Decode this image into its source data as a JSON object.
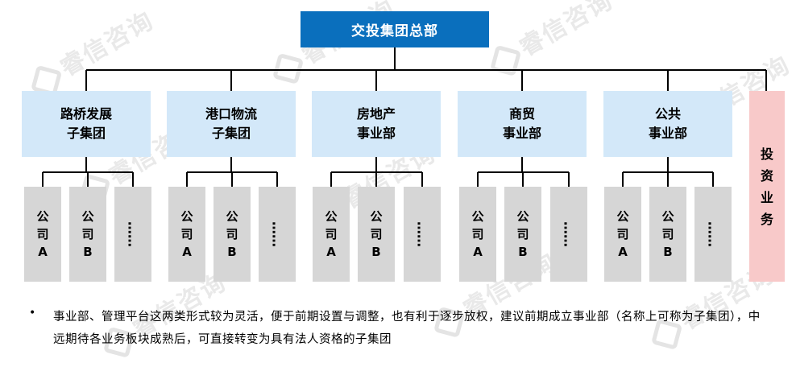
{
  "watermark": "睿信咨询",
  "root": {
    "label": "交投集团总部"
  },
  "departments": [
    {
      "line1": "路桥发展",
      "line2": "子集团"
    },
    {
      "line1": "港口物流",
      "line2": "子集团"
    },
    {
      "line1": "房地产",
      "line2": "事业部"
    },
    {
      "line1": "商贸",
      "line2": "事业部"
    },
    {
      "line1": "公共",
      "line2": "事业部"
    }
  ],
  "investment": {
    "chars": [
      "投",
      "资",
      "业",
      "务"
    ]
  },
  "company_a": {
    "chars": [
      "公",
      "司"
    ],
    "letter": "A"
  },
  "company_b": {
    "chars": [
      "公",
      "司"
    ],
    "letter": "B"
  },
  "ellipsis": "……",
  "note": {
    "bullet": "•",
    "text": "事业部、管理平台这两类形式较为灵活，便于前期设置与调整，也有利于逐步放权，建议前期成立事业部（名称上可称为子集团），中远期待各业务板块成熟后，可直接转变为具有法人资格的子集团"
  }
}
